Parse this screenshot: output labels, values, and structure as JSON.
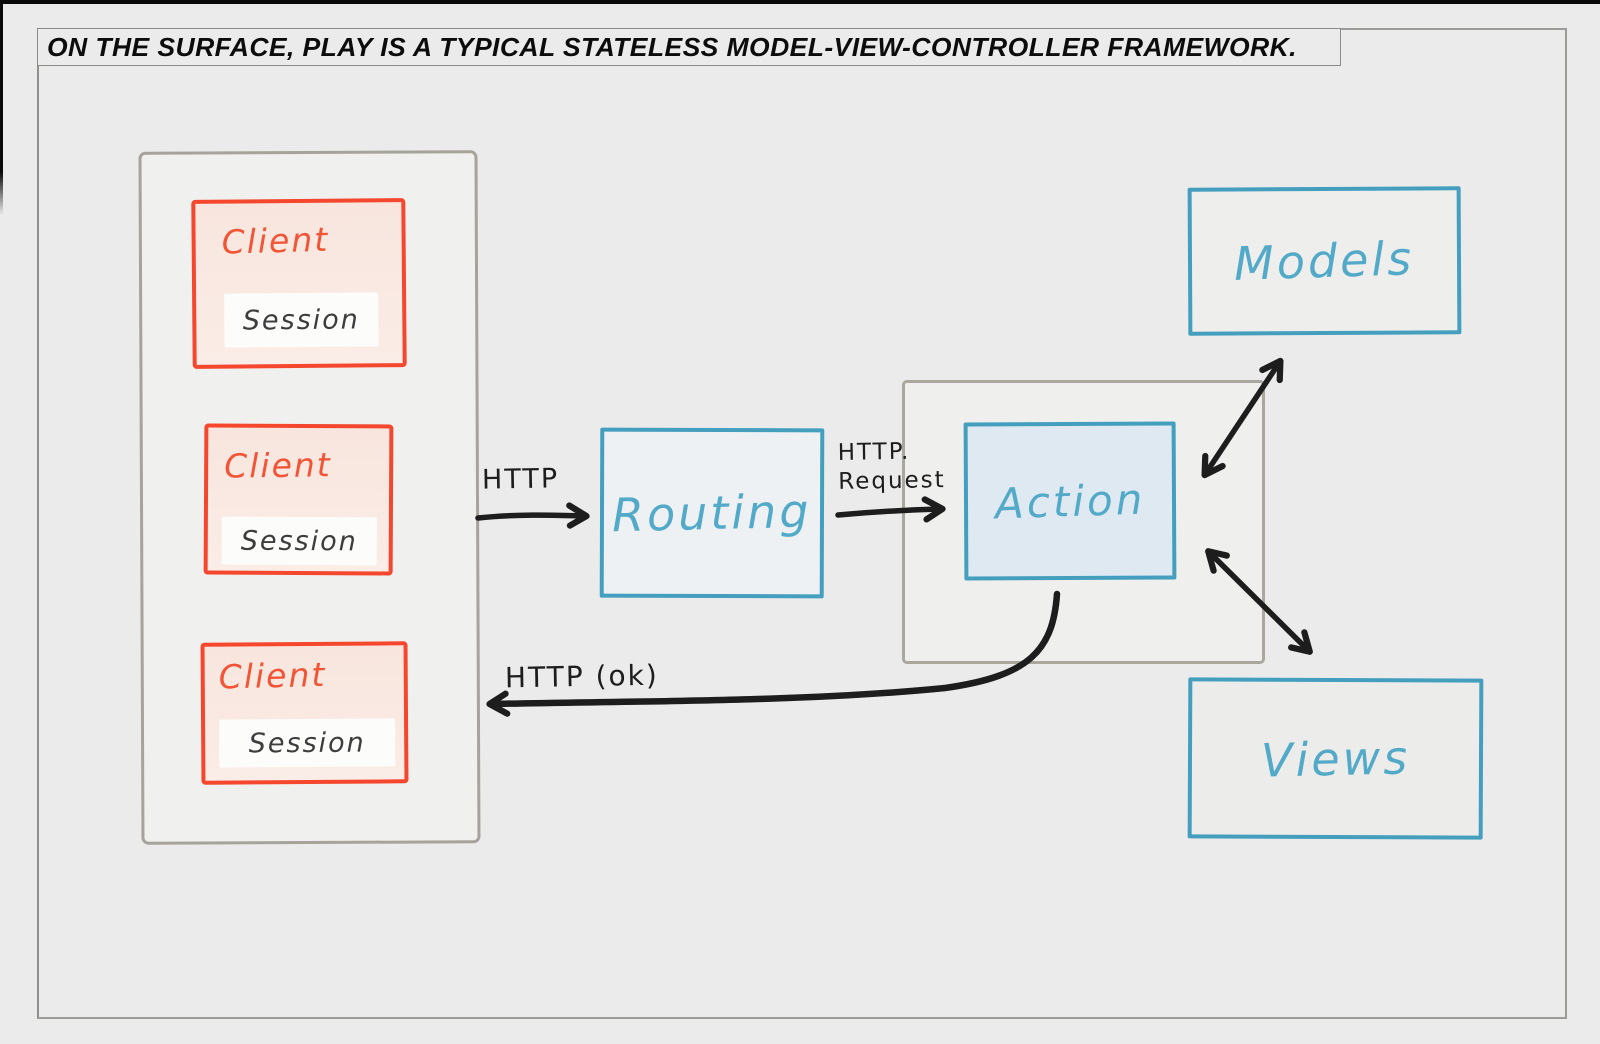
{
  "title": "ON THE SURFACE, PLAY IS A TYPICAL STATELESS MODEL-VIEW-CONTROLLER FRAMEWORK.",
  "diagram": {
    "clients": [
      {
        "label": "Client",
        "session": "Session"
      },
      {
        "label": "Client",
        "session": "Session"
      },
      {
        "label": "Client",
        "session": "Session"
      }
    ],
    "routing": {
      "label": "Routing"
    },
    "action": {
      "label": "Action"
    },
    "models": {
      "label": "Models"
    },
    "views": {
      "label": "Views"
    },
    "arrow_labels": {
      "http": "HTTP",
      "request_line1": "HTTP.",
      "request_line2": "Request",
      "response": "HTTP (ok)"
    },
    "colors": {
      "background": "#ebebeb",
      "client_red": "#f4472e",
      "client_fill": "#f9e8e1",
      "blue_border": "#449fbe",
      "blue_text": "#53aac8",
      "container_gray": "#a5a39a",
      "arrow_black": "#1d1d1d"
    }
  }
}
